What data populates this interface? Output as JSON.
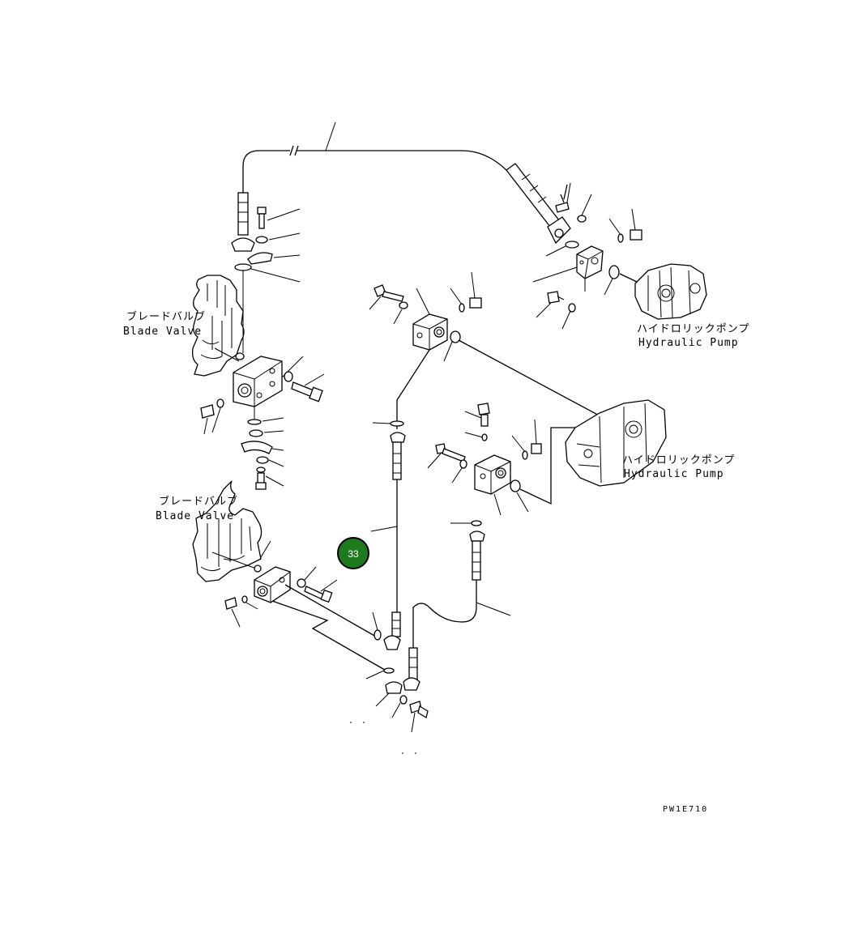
{
  "labels": {
    "blade_valve_jp": "ブレードバルブ",
    "blade_valve_en": "Blade Valve",
    "pump_jp": "ハイドロリックポンプ",
    "pump_en": "Hydraulic Pump",
    "drawing_code": "PW1E710"
  },
  "callout": {
    "number": "33",
    "color": "#1f7a1f",
    "border_color": "#000000",
    "text_color": "#ffffff"
  }
}
